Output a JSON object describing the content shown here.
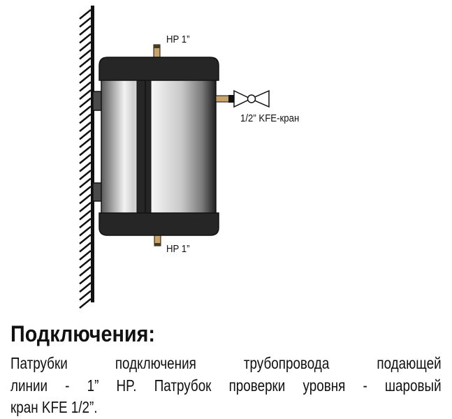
{
  "diagram": {
    "top_port_label": "HP 1”",
    "bottom_port_label": "HP 1”",
    "valve_label": "1/2” KFE-кран",
    "colors": {
      "cap": "#262626",
      "brass": "#c9a46a",
      "outline": "#111111",
      "bracket": "#4a4a4a"
    }
  },
  "text": {
    "heading": "Подключения:",
    "lines": [
      "Патрубки подключения трубопровода подающей",
      "линии - 1” HP. Патрубок проверки уровня - шаровый",
      "кран KFE 1/2”."
    ]
  }
}
